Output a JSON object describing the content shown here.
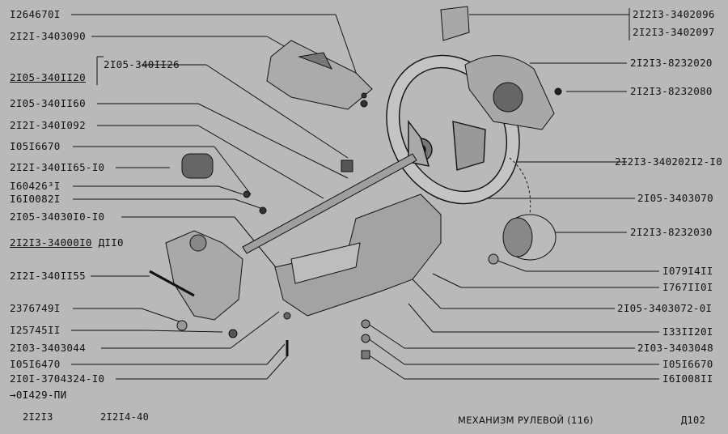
{
  "left_labels": [
    {
      "text": "I264670I"
    },
    {
      "text": "2I2I-3403090"
    },
    {
      "text": "2I05-340II20",
      "underline": true
    },
    {
      "text": "2I05-340II26"
    },
    {
      "text": "2I05-340II60"
    },
    {
      "text": "2I2I-340I092"
    },
    {
      "text": "I05I6670"
    },
    {
      "text": "2I2I-340II65-I0"
    },
    {
      "text": "I60426³I"
    },
    {
      "text": "I6I0082I"
    },
    {
      "text": "2I05-34030I0-I0"
    },
    {
      "text": "2I2I3-34000I0",
      "underline": true,
      "suffix": "ДII0"
    },
    {
      "text": "2I2I-340II55"
    },
    {
      "text": "2376749I"
    },
    {
      "text": "I25745II"
    },
    {
      "text": "2I03-3403044"
    },
    {
      "text": "I05I6470"
    },
    {
      "text": "2I0I-3704324-I0"
    },
    {
      "text": "→0I429-ПИ"
    }
  ],
  "right_labels": [
    {
      "text": "2I2I3-3402096"
    },
    {
      "text": "2I2I3-3402097"
    },
    {
      "text": "2I2I3-8232020"
    },
    {
      "text": "2I2I3-8232080"
    },
    {
      "text": "2I2I3-340202I2-I0"
    },
    {
      "text": "2I05-3403070"
    },
    {
      "text": "2I2I3-8232030"
    },
    {
      "text": "I079I4II"
    },
    {
      "text": "I767II0I"
    },
    {
      "text": "2I05-3403072-0I"
    },
    {
      "text": "I33II20I"
    },
    {
      "text": "2I03-3403048"
    },
    {
      "text": "I05I6670"
    },
    {
      "text": "I6I008II"
    }
  ],
  "footer": {
    "model_a": "2I2I3",
    "model_b": "2I2I4-40",
    "title": "МЕХАНИЗМ РУЛЕВОЙ (116)",
    "page": "Д102"
  }
}
